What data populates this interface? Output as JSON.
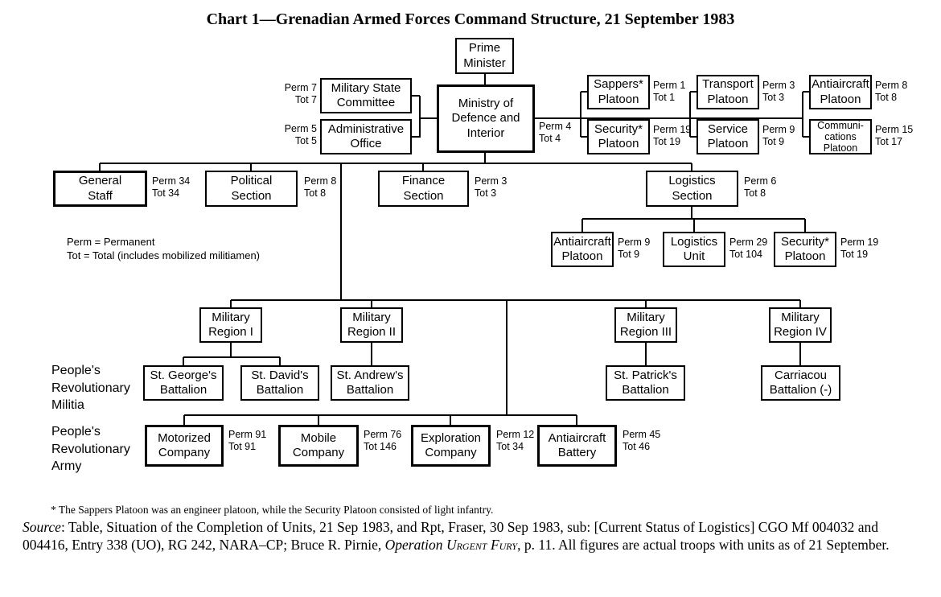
{
  "title": "Chart 1—Grenadian Armed Forces Command Structure, 21 September 1983",
  "legend": "Perm = Permanent\nTot = Total (includes mobilized militiamen)",
  "groups": {
    "militia": "People's\nRevolutionary\nMilitia",
    "army": "People's\nRevolutionary\nArmy"
  },
  "nodes": {
    "pm": {
      "label": "Prime\nMinister"
    },
    "ministry": {
      "label": "Ministry of\nDefence and\nInterior",
      "stat": "Perm 4\nTot 4"
    },
    "msc": {
      "label": "Military State\nCommittee",
      "stat": "Perm 7\nTot 7"
    },
    "admin_office": {
      "label": "Administrative\nOffice",
      "stat": "Perm 5\nTot 5"
    },
    "sappers": {
      "label": "Sappers*\nPlatoon",
      "stat": "Perm 1\nTot 1"
    },
    "transport": {
      "label": "Transport\nPlatoon",
      "stat": "Perm 3\nTot 3"
    },
    "aa_platoon_top": {
      "label": "Antiaircraft\nPlatoon",
      "stat": "Perm 8\nTot 8"
    },
    "security_top": {
      "label": "Security*\nPlatoon",
      "stat": "Perm 19\nTot 19"
    },
    "service": {
      "label": "Service\nPlatoon",
      "stat": "Perm 9\nTot 9"
    },
    "comms": {
      "label": "Communi-\ncations\nPlatoon",
      "stat": "Perm 15\nTot 17"
    },
    "general_staff": {
      "label": "General\nStaff",
      "stat": "Perm 34\nTot 34"
    },
    "political": {
      "label": "Political\nSection",
      "stat": "Perm 8\nTot 8"
    },
    "finance": {
      "label": "Finance\nSection",
      "stat": "Perm 3\nTot 3"
    },
    "logistics": {
      "label": "Logistics\nSection",
      "stat": "Perm 6\nTot 8"
    },
    "aa_platoon_log": {
      "label": "Antiaircraft\nPlatoon",
      "stat": "Perm 9\nTot 9"
    },
    "logistics_unit": {
      "label": "Logistics\nUnit",
      "stat": "Perm 29\nTot 104"
    },
    "security_log": {
      "label": "Security*\nPlatoon",
      "stat": "Perm 19\nTot 19"
    },
    "mr1": {
      "label": "Military\nRegion I"
    },
    "mr2": {
      "label": "Military\nRegion II"
    },
    "mr3": {
      "label": "Military\nRegion III"
    },
    "mr4": {
      "label": "Military\nRegion IV"
    },
    "st_georges": {
      "label": "St. George's\nBattalion"
    },
    "st_davids": {
      "label": "St. David's\nBattalion"
    },
    "st_andrews": {
      "label": "St. Andrew's\nBattalion"
    },
    "st_patricks": {
      "label": "St. Patrick's\nBattalion"
    },
    "carriacou": {
      "label": "Carriacou\nBattalion (-)"
    },
    "motorized": {
      "label": "Motorized\nCompany",
      "stat": "Perm 91\nTot 91"
    },
    "mobile": {
      "label": "Mobile\nCompany",
      "stat": "Perm 76\nTot 146"
    },
    "exploration": {
      "label": "Exploration\nCompany",
      "stat": "Perm 12\nTot 34"
    },
    "aa_battery": {
      "label": "Antiaircraft\nBattery",
      "stat": "Perm 45\nTot 46"
    }
  },
  "footnotes": {
    "asterisk": "* The Sappers Platoon was an engineer platoon, while the Security Platoon consisted of light infantry.",
    "source_label": "Source",
    "source_body": ": Table, Situation of the Completion of Units, 21 Sep 1983, and Rpt, Fraser, 30 Sep 1983, sub: [Current Status of Logistics] CGO Mf 004032 and 004416, Entry 338 (UO), RG 242, NARA–CP; Bruce R. Pirnie, ",
    "source_op": "Operation ",
    "source_sc": "Urgent Fury",
    "source_tail": ", p. 11. All figures are actual troops with units as of 21 September."
  }
}
